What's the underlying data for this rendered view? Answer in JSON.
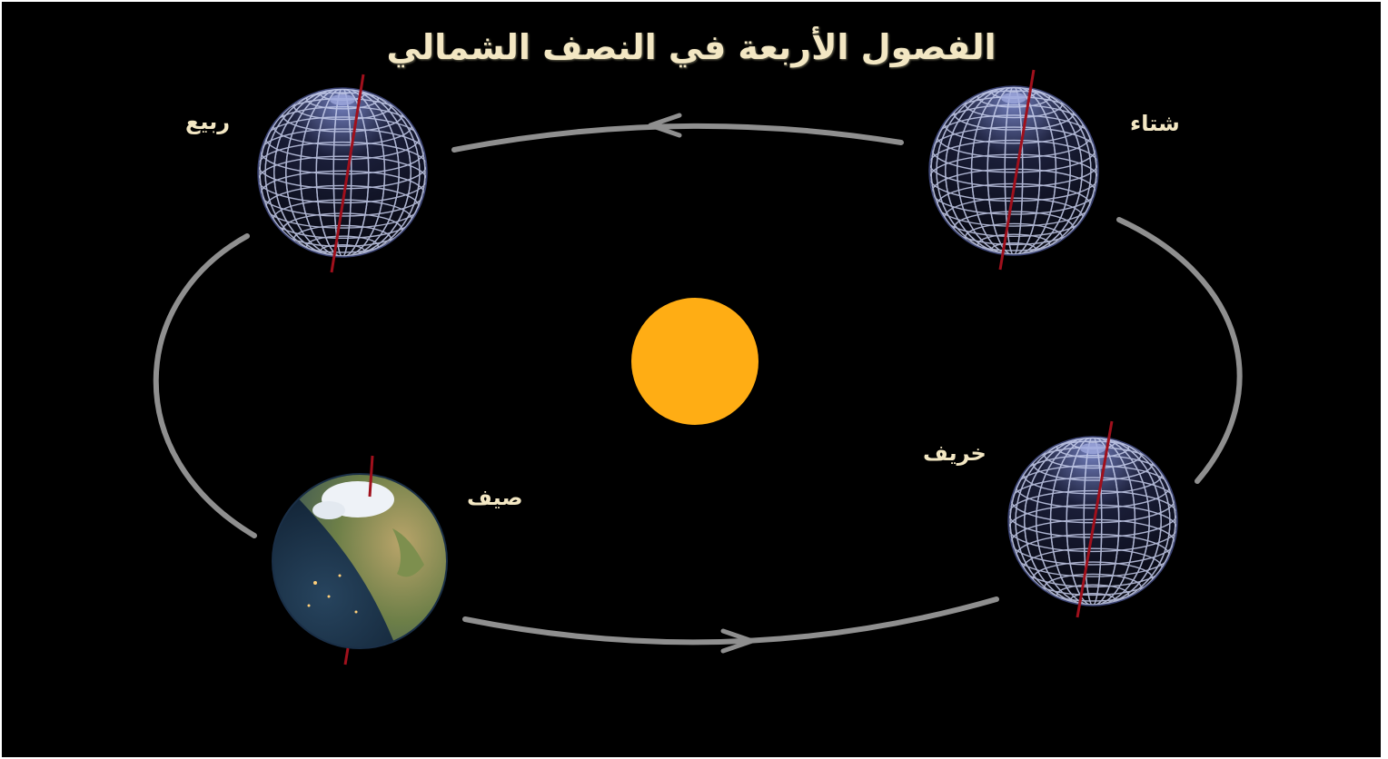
{
  "title": "الفصول الأربعة في النصف الشمالي",
  "seasons": {
    "spring": "ربيع",
    "winter": "شتاء",
    "summer": "صيف",
    "autumn": "خريف"
  },
  "colors": {
    "background": "#000000",
    "text": "#f3e7c3",
    "sun": "#ffad14",
    "orbit": "#8f8f8f",
    "axis": "#a0101c",
    "grid": "#c9d1ef"
  },
  "icons": [
    "sun-icon",
    "globe-grid-icon",
    "earth-icon",
    "orbit-arrow-icon"
  ]
}
